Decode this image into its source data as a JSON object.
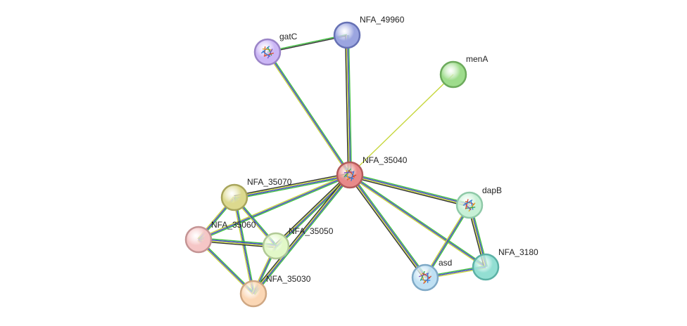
{
  "network": {
    "nodes": [
      {
        "id": "NFA_35040",
        "label": "NFA_35040",
        "fill": "#e88a8a",
        "stroke": "#b25b5b",
        "has_structure": true
      },
      {
        "id": "NFA_49960",
        "label": "NFA_49960",
        "fill": "#9ba5e0",
        "stroke": "#6671b4",
        "has_structure": false
      },
      {
        "id": "gatC",
        "label": "gatC",
        "fill": "#cbb6f5",
        "stroke": "#9a84c7",
        "has_structure": true
      },
      {
        "id": "menA",
        "label": "menA",
        "fill": "#9edc8c",
        "stroke": "#6caa5c",
        "has_structure": false
      },
      {
        "id": "dapB",
        "label": "dapB",
        "fill": "#c7f0d6",
        "stroke": "#8fc9a8",
        "has_structure": true
      },
      {
        "id": "NFA_3180",
        "label": "NFA_3180",
        "fill": "#93dfd3",
        "stroke": "#5bb1a5",
        "has_structure": false
      },
      {
        "id": "asd",
        "label": "asd",
        "fill": "#bfe0f3",
        "stroke": "#7fa9c6",
        "has_structure": true
      },
      {
        "id": "NFA_35070",
        "label": "NFA_35070",
        "fill": "#dcd98e",
        "stroke": "#a8a55c",
        "has_structure": false
      },
      {
        "id": "NFA_35060",
        "label": "NFA_35060",
        "fill": "#f5c6c6",
        "stroke": "#c49494",
        "has_structure": false
      },
      {
        "id": "NFA_35050",
        "label": "NFA_35050",
        "fill": "#e2f8c8",
        "stroke": "#b1c996",
        "has_structure": false
      },
      {
        "id": "NFA_35030",
        "label": "NFA_35030",
        "fill": "#fbd7b5",
        "stroke": "#cfa783",
        "has_structure": false
      }
    ],
    "edges": [
      {
        "source": "gatC",
        "target": "NFA_49960",
        "colors": [
          "#3fbf3f",
          "#333333"
        ]
      },
      {
        "source": "gatC",
        "target": "NFA_35040",
        "colors": [
          "#3fbf3f",
          "#3f3fcf",
          "#c6d63a"
        ]
      },
      {
        "source": "NFA_49960",
        "target": "NFA_35040",
        "colors": [
          "#3fbf3f",
          "#3f3fcf",
          "#c6d63a",
          "#333333"
        ]
      },
      {
        "source": "menA",
        "target": "NFA_35040",
        "colors": [
          "#c6d63a"
        ]
      },
      {
        "source": "NFA_35040",
        "target": "dapB",
        "colors": [
          "#3fbf3f",
          "#3f3fcf",
          "#c6d63a",
          "#333333"
        ]
      },
      {
        "source": "NFA_35040",
        "target": "NFA_3180",
        "colors": [
          "#3fbf3f",
          "#3f3fcf",
          "#c6d63a"
        ]
      },
      {
        "source": "NFA_35040",
        "target": "asd",
        "colors": [
          "#3fbf3f",
          "#3f3fcf",
          "#c6d63a",
          "#333333"
        ]
      },
      {
        "source": "NFA_35040",
        "target": "NFA_35070",
        "colors": [
          "#3fbf3f",
          "#3f3fcf",
          "#c6d63a",
          "#333333"
        ]
      },
      {
        "source": "NFA_35040",
        "target": "NFA_35060",
        "colors": [
          "#3fbf3f",
          "#3f3fcf",
          "#c6d63a"
        ]
      },
      {
        "source": "NFA_35040",
        "target": "NFA_35050",
        "colors": [
          "#3fbf3f",
          "#3f3fcf",
          "#c6d63a",
          "#333333"
        ]
      },
      {
        "source": "NFA_35040",
        "target": "NFA_35030",
        "colors": [
          "#3fbf3f",
          "#3f3fcf",
          "#c6d63a",
          "#333333"
        ]
      },
      {
        "source": "dapB",
        "target": "NFA_3180",
        "colors": [
          "#3fbf3f",
          "#3f3fcf",
          "#c6d63a",
          "#333333"
        ]
      },
      {
        "source": "dapB",
        "target": "asd",
        "colors": [
          "#3fbf3f",
          "#3f3fcf",
          "#c6d63a"
        ]
      },
      {
        "source": "asd",
        "target": "NFA_3180",
        "colors": [
          "#3fbf3f",
          "#3f3fcf",
          "#c6d63a"
        ]
      },
      {
        "source": "NFA_35070",
        "target": "NFA_35060",
        "colors": [
          "#3fbf3f",
          "#3f3fcf",
          "#c6d63a"
        ]
      },
      {
        "source": "NFA_35070",
        "target": "NFA_35050",
        "colors": [
          "#3fbf3f",
          "#3f3fcf",
          "#c6d63a"
        ]
      },
      {
        "source": "NFA_35070",
        "target": "NFA_35030",
        "colors": [
          "#3fbf3f",
          "#3f3fcf",
          "#c6d63a"
        ]
      },
      {
        "source": "NFA_35060",
        "target": "NFA_35050",
        "colors": [
          "#3fbf3f",
          "#3f3fcf",
          "#c6d63a",
          "#333333"
        ]
      },
      {
        "source": "NFA_35060",
        "target": "NFA_35030",
        "colors": [
          "#3fbf3f",
          "#3f3fcf",
          "#c6d63a"
        ]
      },
      {
        "source": "NFA_35050",
        "target": "NFA_35030",
        "colors": [
          "#3fbf3f",
          "#3f3fcf",
          "#c6d63a"
        ]
      }
    ]
  }
}
